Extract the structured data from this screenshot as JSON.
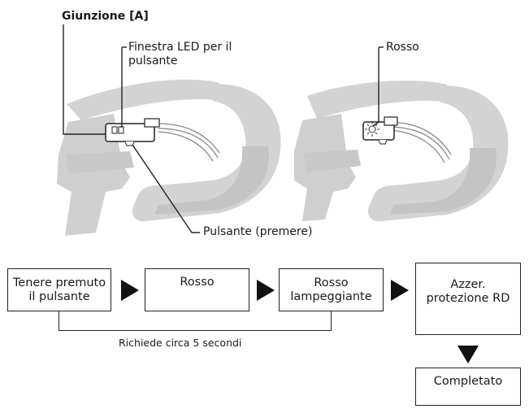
{
  "labels": {
    "junction": "Giunzione [A]",
    "led_window": "Finestra LED per il\npulsante",
    "red_top": "Rosso",
    "button_press": "Pulsante (premere)"
  },
  "flow": {
    "step1": "Tenere premuto\nil pulsante",
    "step2": "Rosso",
    "step3": "Rosso\nlampeggiante",
    "step4": "Azzer.\nprotezione RD",
    "step5": "Completato",
    "duration_note": "Richiede circa 5 secondi"
  },
  "colors": {
    "handlebar": "#d3d3d3",
    "handlebar_dark": "#c4c4c4",
    "line": "#222222",
    "arrow": "#111111"
  }
}
